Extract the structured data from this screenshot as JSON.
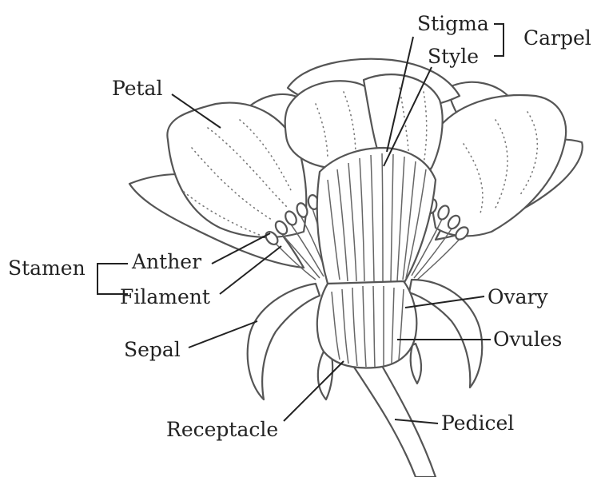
{
  "labels": {
    "stigma": "Stigma",
    "style": "Style",
    "carpel": "Carpel",
    "petal": "Petal",
    "stamen": "Stamen",
    "anther": "Anther",
    "filament": "Filament",
    "ovary": "Ovary",
    "sepal": "Sepal",
    "ovules": "Ovules",
    "receptacle": "Receptacle",
    "pedicel": "Pedicel"
  }
}
